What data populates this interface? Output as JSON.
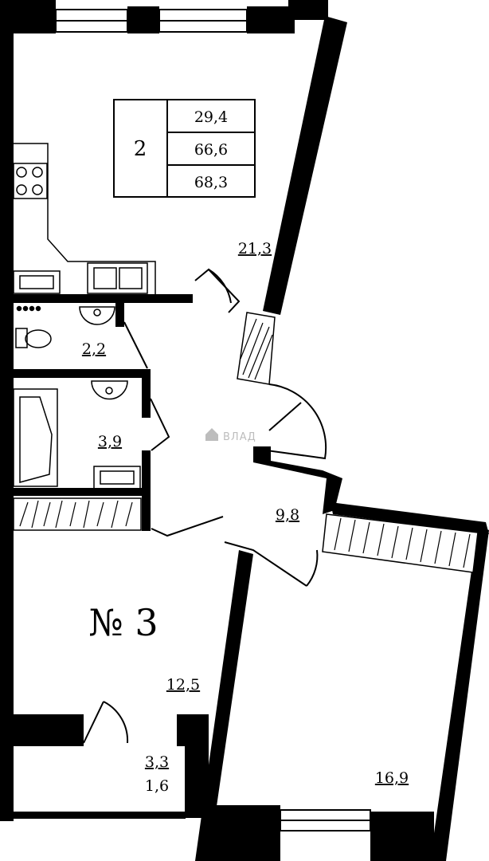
{
  "apartment": {
    "label": "№ 3"
  },
  "summary": {
    "rooms": "2",
    "living_area": "29,4",
    "total_area": "66,6",
    "total_with_balcony": "68,3"
  },
  "rooms": {
    "kitchen_living": "21,3",
    "wc": "2,2",
    "bathroom": "3,9",
    "hall": "9,8",
    "room_left": "12,5",
    "room_right": "16,9",
    "balcony_area": "3,3",
    "balcony_reduced": "1,6"
  },
  "watermark": "ВЛАД",
  "colors": {
    "wall": "#000000",
    "background": "#ffffff",
    "watermark": "#bdbdbd"
  }
}
